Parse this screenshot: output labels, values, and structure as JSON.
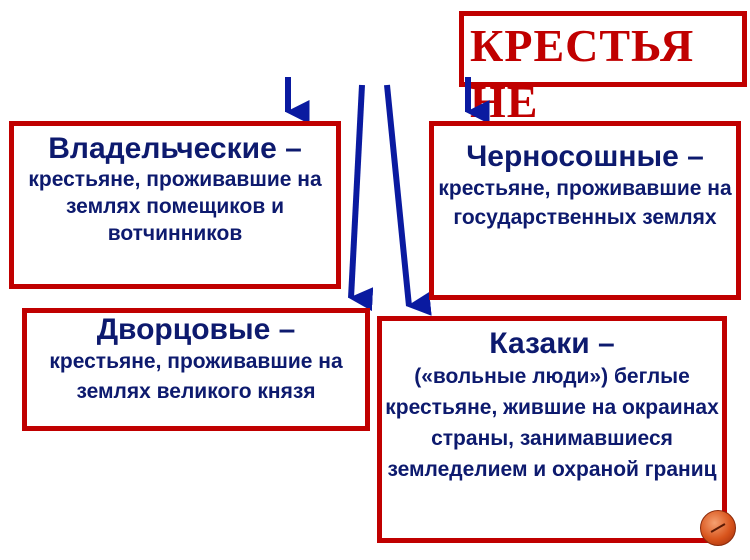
{
  "title": "КРЕСТЬЯНЕ",
  "categories": [
    {
      "id": "vladel",
      "head": "Владельческие –",
      "body": "крестьяне, проживавшие на землях помещиков и вотчинников"
    },
    {
      "id": "cherno",
      "head": "Черносошные –",
      "body": "крестьяне, проживавшие на государственных землях"
    },
    {
      "id": "dvorc",
      "head": "Дворцовые –",
      "body": "крестьяне, проживавшие на землях великого князя"
    },
    {
      "id": "kazaki",
      "head": "Казаки –",
      "body": "(«вольные люди») беглые крестьяне, жившие на окраинах страны, занимавшиеся земледелием и охраной границ"
    }
  ],
  "colors": {
    "border": "#c00000",
    "text": "#0d1a6e",
    "arrow": "#0a1aa0",
    "title": "#c00000"
  }
}
